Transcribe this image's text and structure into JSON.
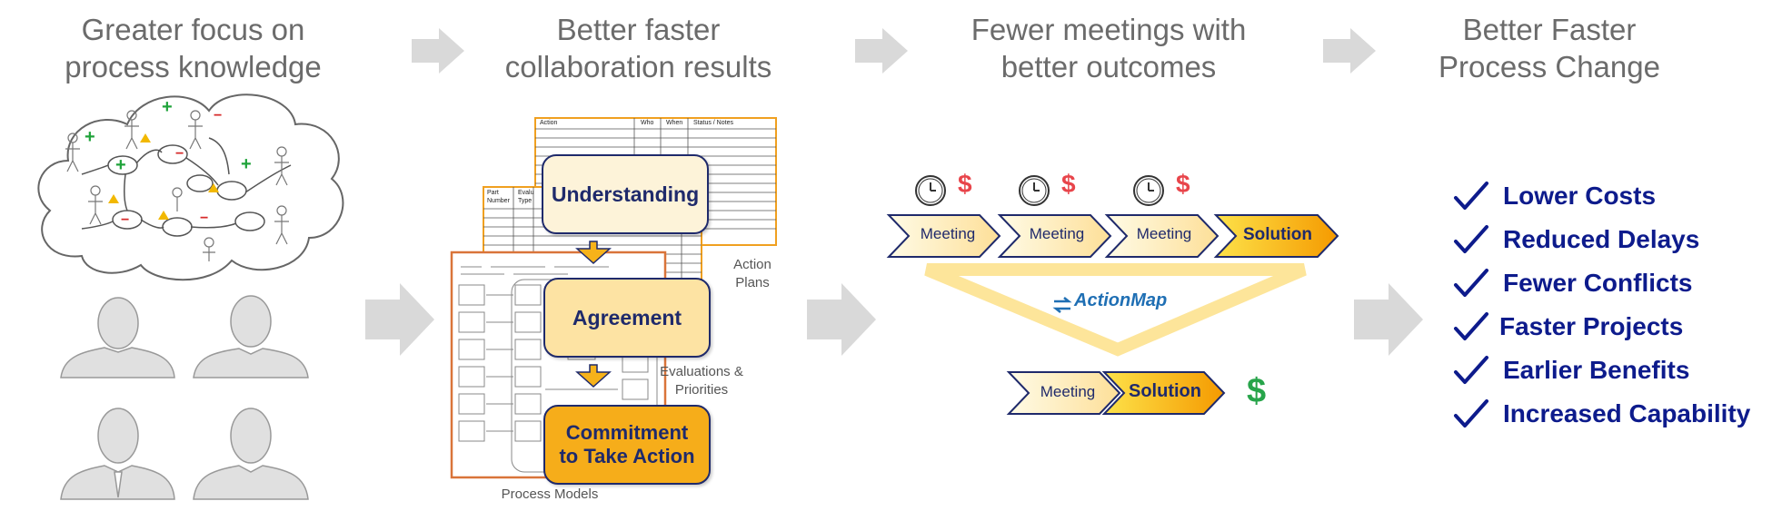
{
  "columns": [
    {
      "heading_line1": "Greater focus on",
      "heading_line2": "process knowledge"
    },
    {
      "heading_line1": "Better faster",
      "heading_line2": "collaboration results"
    },
    {
      "heading_line1": "Fewer meetings with",
      "heading_line2": "better outcomes"
    },
    {
      "heading_line1": "Better Faster",
      "heading_line2": "Process Change"
    }
  ],
  "collaboration": {
    "stages": [
      "Understanding",
      "Agreement",
      "Commitment\nto Take Action"
    ],
    "action_plans_line1": "Action",
    "action_plans_line2": "Plans",
    "evaluations_line1": "Evaluations &",
    "evaluations_line2": "Priorities",
    "process_models": "Process Models",
    "table_headers": [
      "Action",
      "Who",
      "When",
      "Status / Notes"
    ],
    "eval_headers": [
      "Part",
      "Number",
      "Evalu",
      "Type"
    ]
  },
  "meetings": {
    "top_row": [
      "Meeting",
      "Meeting",
      "Meeting",
      "Solution"
    ],
    "currency": "$",
    "brand": "ActionMap",
    "bottom_row": [
      "Meeting",
      "Solution"
    ]
  },
  "benefits": [
    "Lower Costs",
    "Reduced Delays",
    "Fewer Conflicts",
    "Faster Projects",
    "Earlier Benefits",
    "Increased Capability"
  ],
  "colors": {
    "heading": "#6b6b6b",
    "navy": "#1f2a6b",
    "benefit_text": "#0d1b8c",
    "chevron_light": "#fde9b8",
    "chevron_solution": "#f6a800",
    "dollar_red": "#e8454b",
    "dollar_green": "#27a44a",
    "plus_green": "#1fa33a",
    "minus_red": "#d62a2a",
    "warn_yellow": "#f2b800",
    "arrow_grey": "#d9d9d9"
  }
}
